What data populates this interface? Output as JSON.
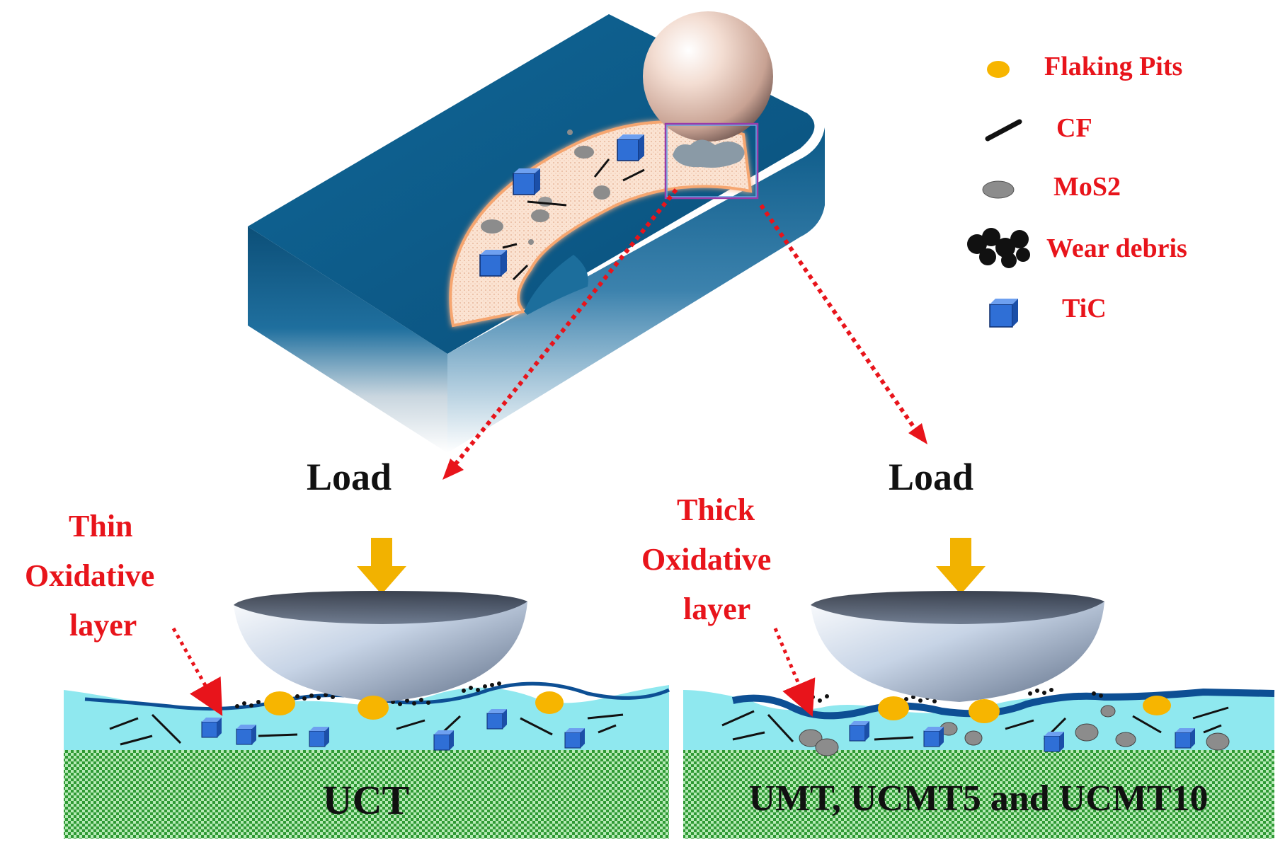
{
  "legend": {
    "items": [
      {
        "label": "Flaking Pits",
        "icon": "flaking-pit-icon"
      },
      {
        "label": "CF",
        "icon": "carbon-fiber-icon"
      },
      {
        "label": "MoS2",
        "icon": "mos2-particle-icon"
      },
      {
        "label": "Wear debris",
        "icon": "wear-debris-icon"
      },
      {
        "label": "TiC",
        "icon": "tic-cube-icon"
      }
    ]
  },
  "left_panel": {
    "load_label": "Load",
    "layer_label": [
      "Thin",
      "Oxidative",
      "layer"
    ],
    "substrate_label": "UCT"
  },
  "right_panel": {
    "load_label": "Load",
    "layer_label": [
      "Thick",
      "Oxidative",
      "layer"
    ],
    "substrate_label": "UMT, UCMT5 and UCMT10"
  },
  "colors": {
    "label_red": "#e8141b",
    "block_blue": "#0e5f8c",
    "matrix_cyan": "#8fe8ef",
    "substrate_green": "#3fa53f",
    "flaking_pit": "#f7b500",
    "tic_blue": "#2f6fd6",
    "load_arrow": "#f2b200"
  }
}
